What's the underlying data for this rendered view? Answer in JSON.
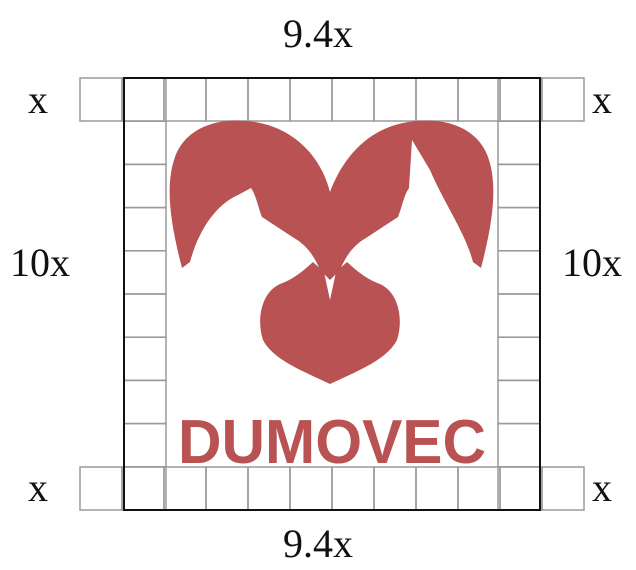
{
  "labels": {
    "top_width": "9.4x",
    "bottom_width": "9.4x",
    "left_height": "10x",
    "right_height": "10x",
    "top_left_unit": "x",
    "top_right_unit": "x",
    "bottom_left_unit": "x",
    "bottom_right_unit": "x"
  },
  "logo": {
    "wordmark": "DUMOVEC",
    "icon": "heart-dog-cat-icon",
    "brand_color": "#b95252"
  },
  "grid": {
    "cells_per_row": 12,
    "cells_per_column": 10,
    "line_color": "#9a9a9a",
    "frame_color": "#111111"
  }
}
